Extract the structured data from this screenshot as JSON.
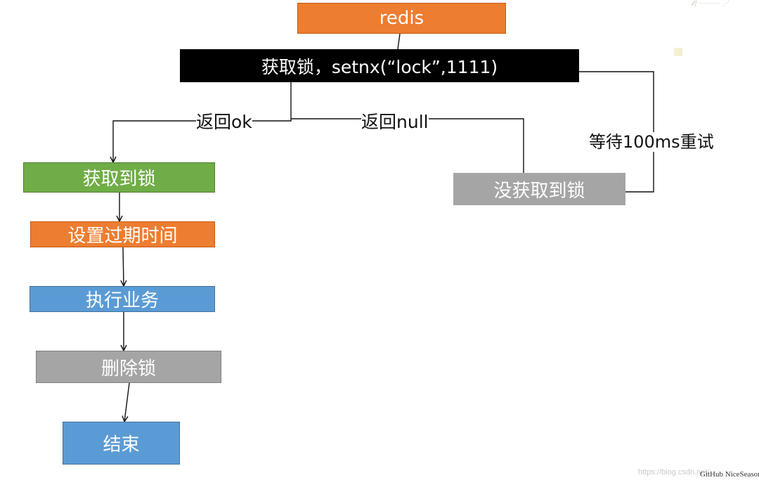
{
  "nodes": {
    "redis": "redis",
    "acquire": "获取锁，setnx(“lock”,1111)",
    "got_lock": "获取到锁",
    "set_expire": "设置过期时间",
    "do_business": "执行业务",
    "delete_lock": "删除锁",
    "end": "结束",
    "no_lock": "没获取到锁"
  },
  "edge_labels": {
    "return_ok": "返回ok",
    "return_null": "返回null",
    "retry": "等待100ms重试"
  },
  "colors": {
    "orange": "#ed7d31",
    "black": "#000000",
    "green": "#70ad47",
    "blue": "#5b9bd5",
    "gray": "#a5a5a5"
  },
  "watermark": {
    "url": "https://blog.csdn.net/",
    "credit": "GitHub NiceSeason"
  }
}
